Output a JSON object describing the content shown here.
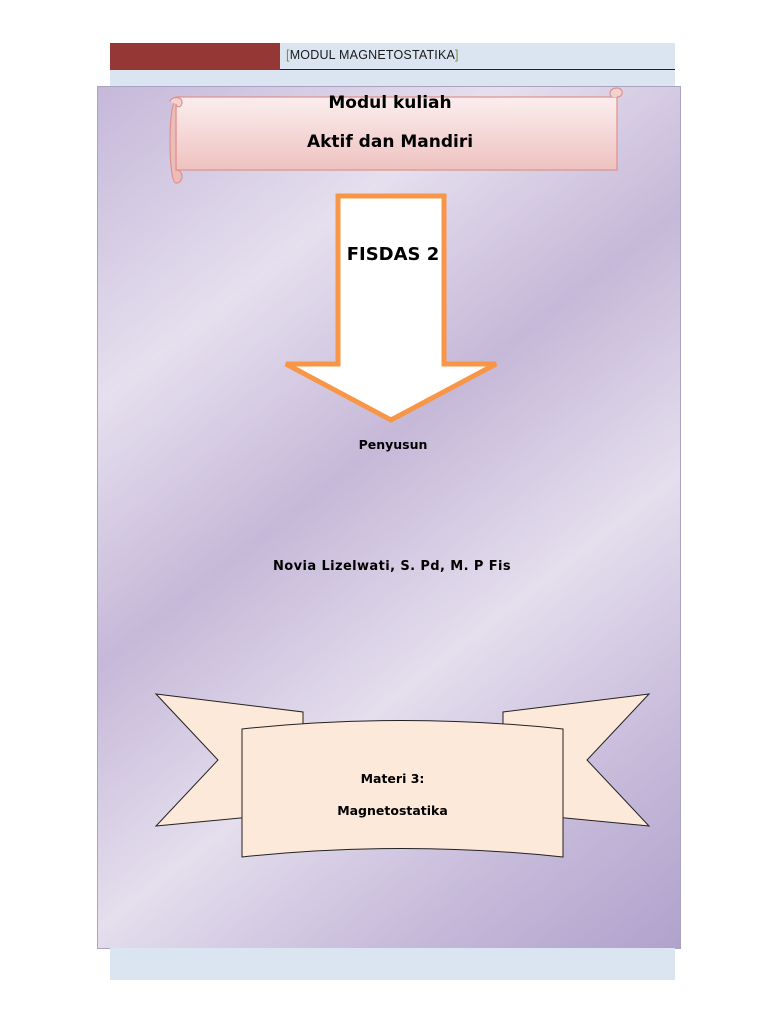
{
  "header": {
    "open_bracket": "[",
    "title": "MODUL MAGNETOSTATIKA",
    "close_bracket": "]"
  },
  "cover": {
    "scroll_line1": "Modul kuliah",
    "scroll_line2": "Aktif dan Mandiri",
    "subject": "FISDAS 2",
    "author_label": "Penyusun",
    "author_name": "Novia Lizelwati, S. Pd, M. P Fis",
    "ribbon_line1": "Materi 3:",
    "ribbon_line2": "Magnetostatika"
  },
  "colors": {
    "header_red": "#953734",
    "header_band": "#dbe5f1",
    "arrow_outline": "#f79646",
    "scroll_fill": "#f2dcdb",
    "ribbon_fill": "#fde9d9"
  }
}
